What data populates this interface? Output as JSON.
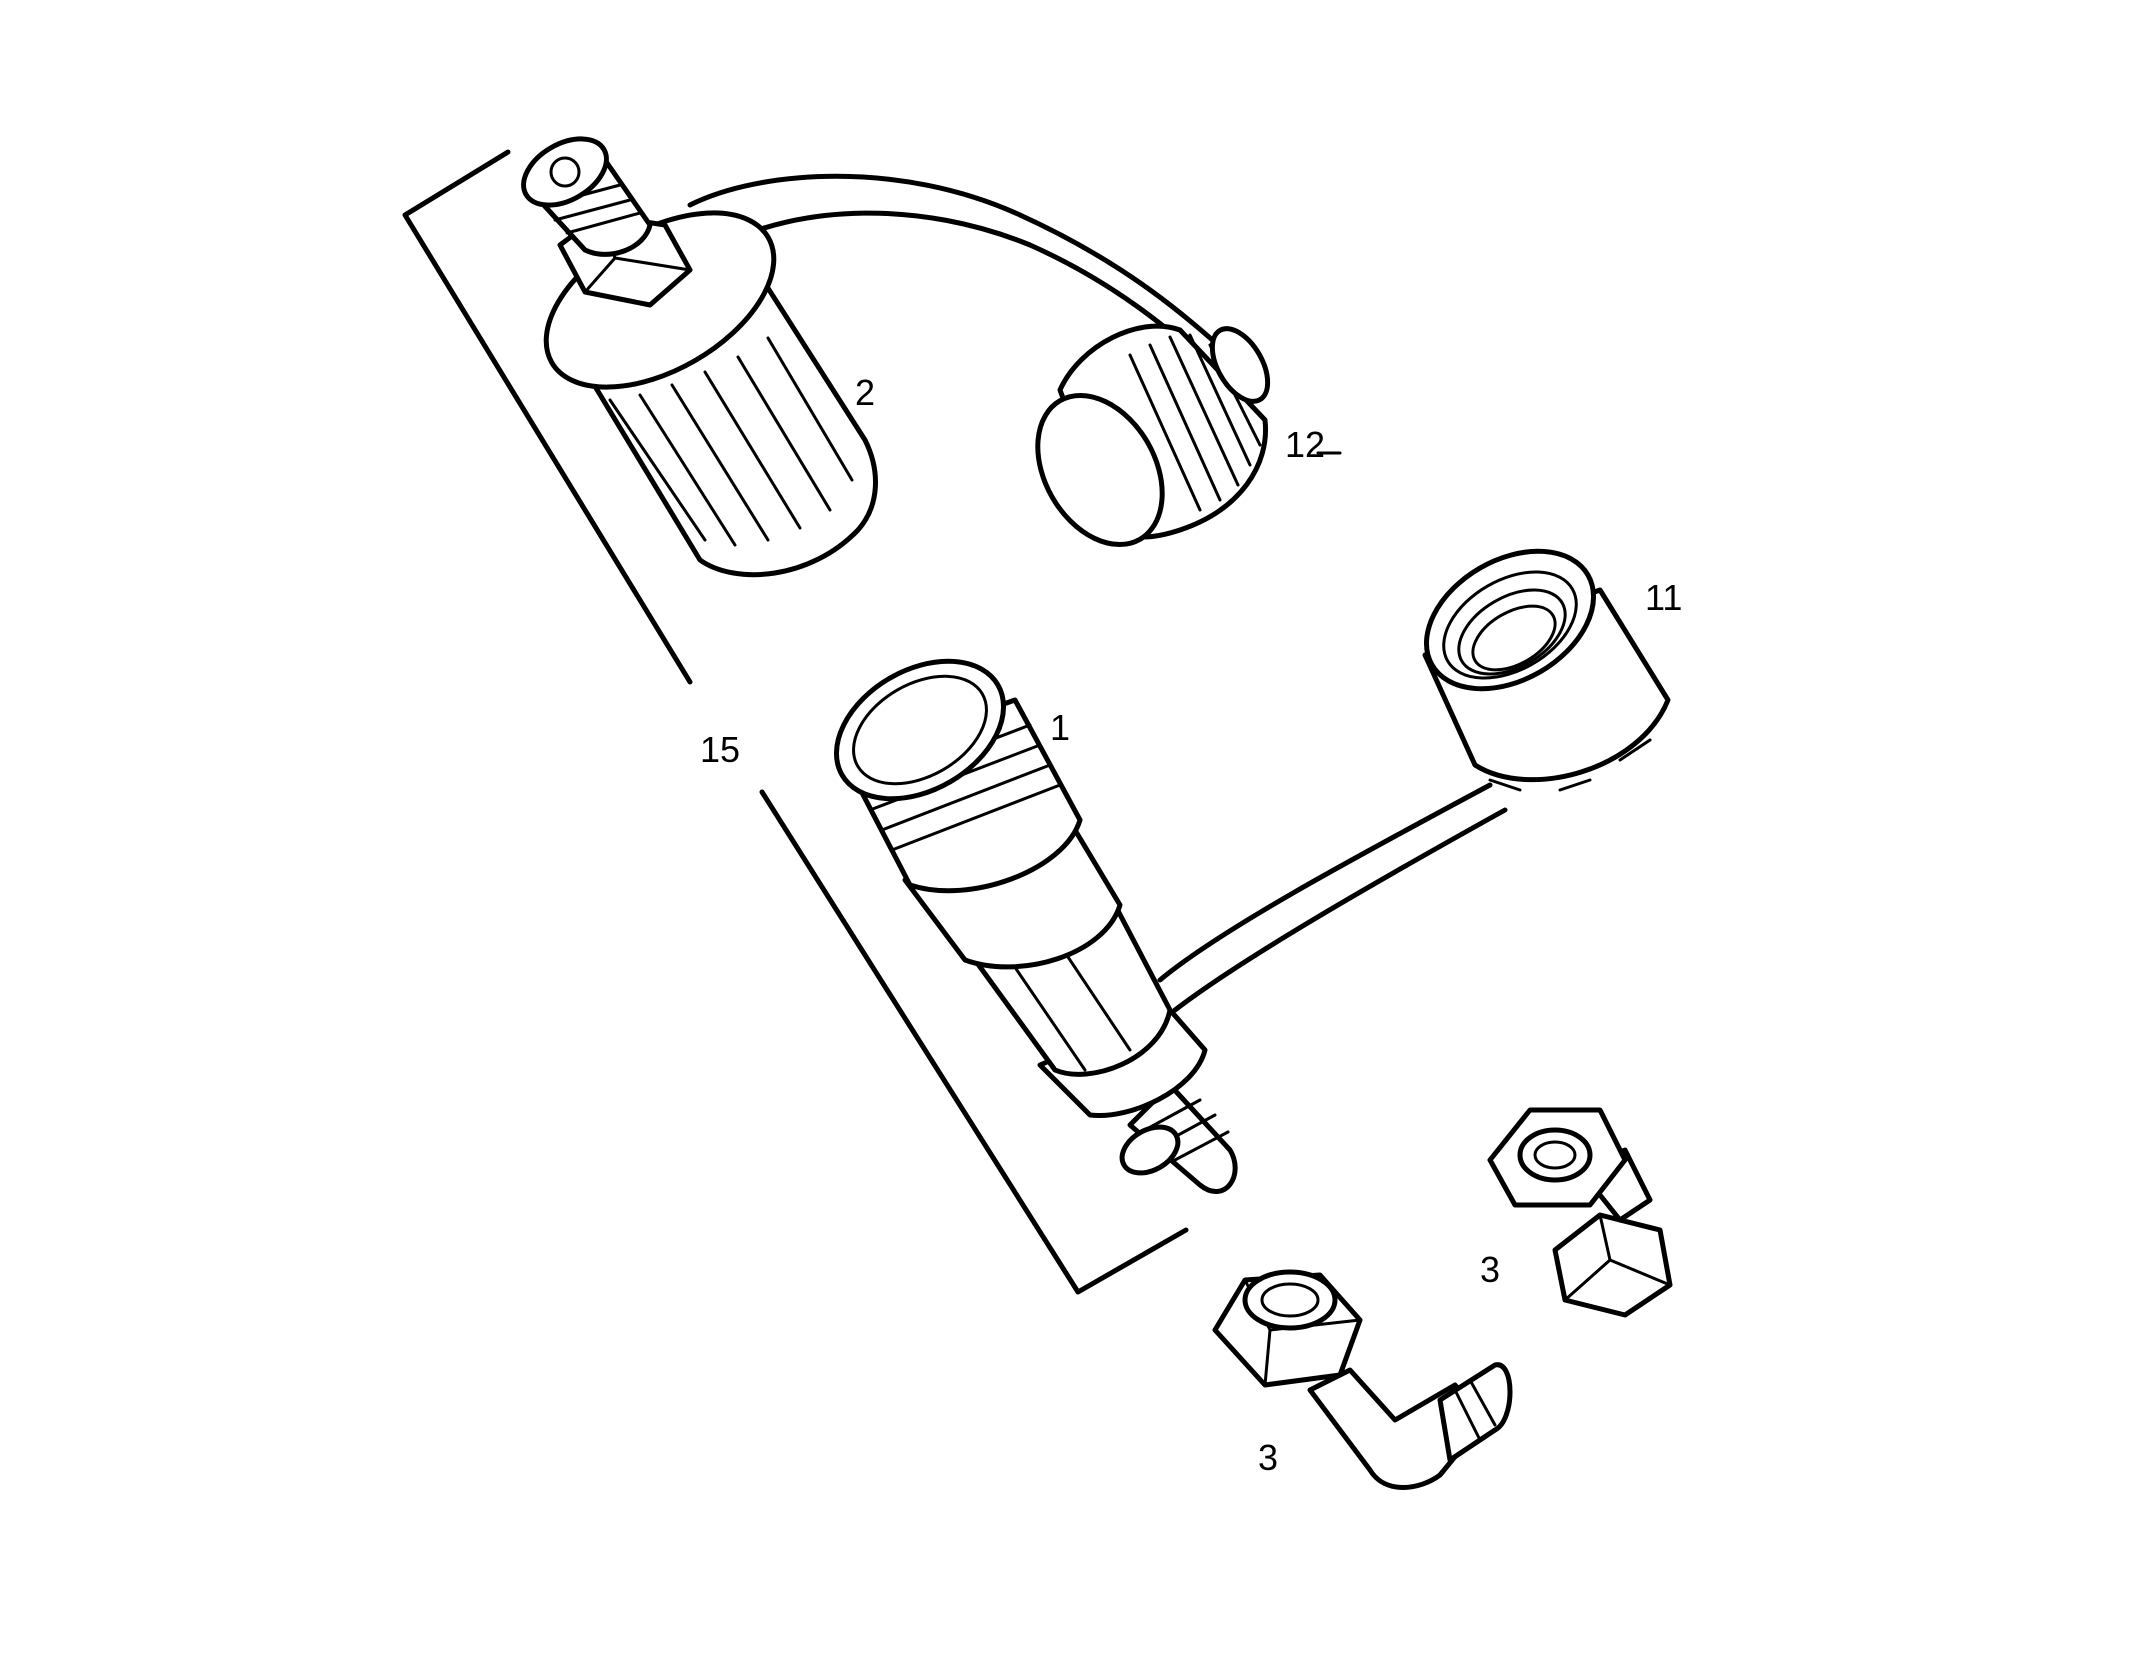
{
  "callouts": {
    "part_1": "1",
    "part_2": "2",
    "part_3_straight": "3",
    "part_3_elbow": "3",
    "part_11": "11",
    "part_12": "12",
    "assembly_15": "15"
  },
  "colors": {
    "ink": "#000000",
    "background": "#ffffff"
  }
}
